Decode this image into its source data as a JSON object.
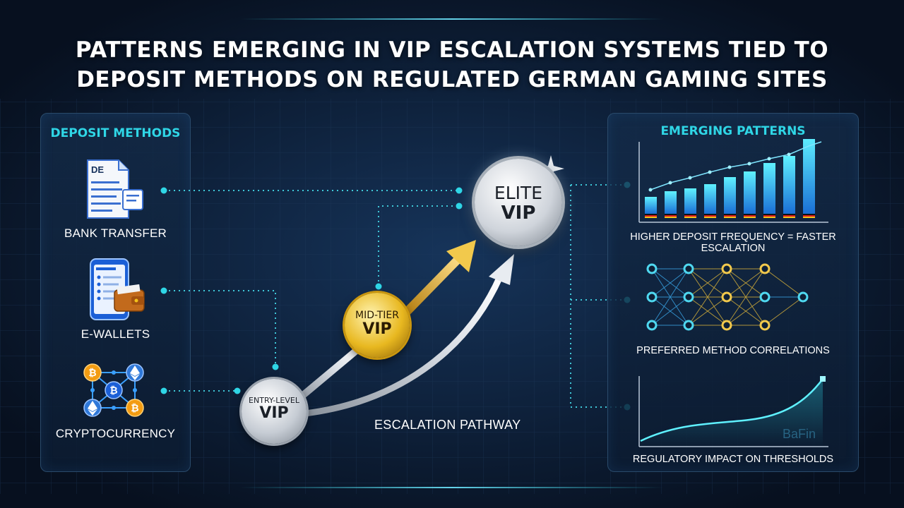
{
  "title": {
    "line1": "PATTERNS EMERGING IN VIP ESCALATION SYSTEMS TIED TO",
    "line2": "DEPOSIT METHODS ON REGULATED GERMAN GAMING SITES"
  },
  "deposit_panel": {
    "heading": "DEPOSIT METHODS",
    "methods": [
      {
        "label": "BANK TRANSFER",
        "icon": "bank-document-icon",
        "doc_tag": "DE"
      },
      {
        "label": "E-WALLETS",
        "icon": "phone-wallet-icon"
      },
      {
        "label": "CRYPTOCURRENCY",
        "icon": "crypto-network-icon"
      }
    ]
  },
  "vip_tiers": {
    "entry": {
      "line1": "ENTRY-LEVEL",
      "line2": "VIP"
    },
    "mid": {
      "line1": "MID-TIER",
      "line2": "VIP"
    },
    "elite": {
      "line1": "ELITE",
      "line2": "VIP"
    }
  },
  "pathway_label": "ESCALATION PATHWAY",
  "patterns_panel": {
    "heading": "EMERGING PATTERNS",
    "items": [
      {
        "label": "HIGHER DEPOSIT FREQUENCY = FASTER ESCALATION",
        "icon": "bar-chart-icon"
      },
      {
        "label": "PREFERRED METHOD CORRELATIONS",
        "icon": "network-graph-icon"
      },
      {
        "label": "REGULATORY IMPACT ON THRESHOLDS",
        "icon": "curve-chart-icon",
        "watermark": "BaFin"
      }
    ]
  },
  "colors": {
    "background": "#0a1526",
    "accent_cyan": "#2fd6e6",
    "gold": "#e8b820",
    "silver": "#d8dde4",
    "flag_black": "#111111",
    "flag_red": "#dd1c1c",
    "flag_gold": "#f4c21a"
  }
}
